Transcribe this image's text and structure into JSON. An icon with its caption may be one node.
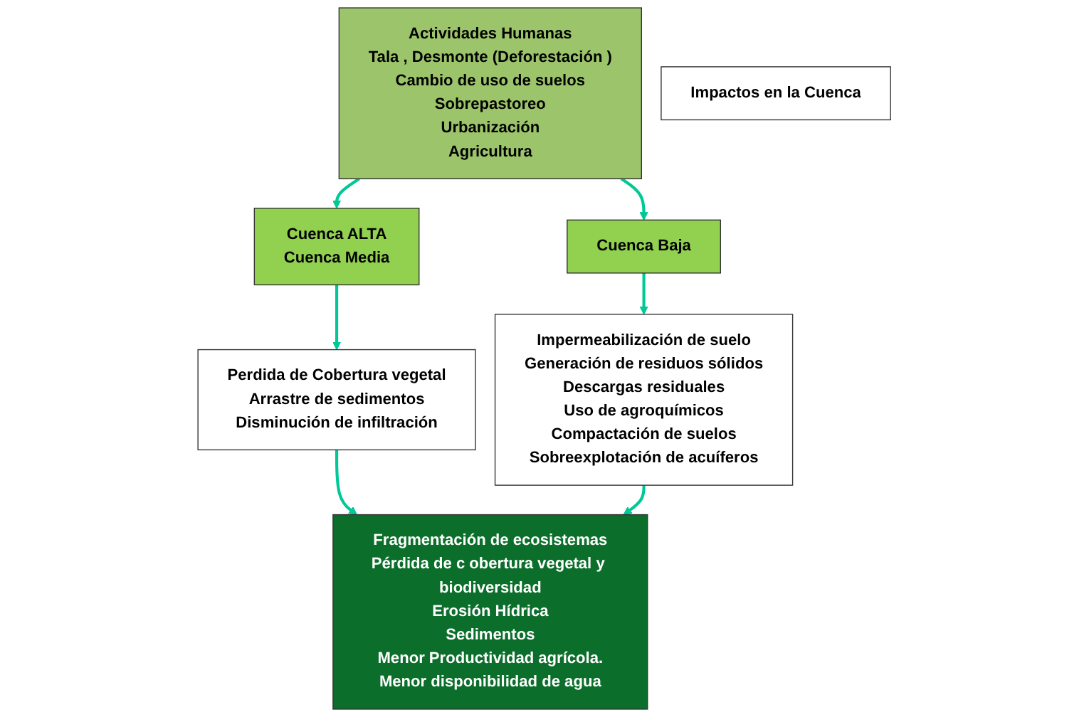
{
  "diagram": {
    "nodes": [
      {
        "text": [
          "Actividades Humanas",
          "Tala , Desmonte (Deforestación )",
          "Cambio de uso de suelos",
          "Sobrepastoreo",
          "Urbanización",
          "Agricultura"
        ]
      },
      {
        "text": [
          "Cuenca ALTA",
          "Cuenca Media"
        ]
      },
      {
        "text": [
          "Cuenca Baja"
        ]
      },
      {
        "text": [
          "Perdida de Cobertura vegetal",
          "Arrastre de sedimentos",
          "Disminución de infiltración"
        ]
      },
      {
        "text": [
          "Impermeabilización de suelo",
          "Generación de residuos sólidos",
          "Descargas residuales",
          "Uso de agroquímicos",
          "Compactación de suelos",
          "Sobreexplotación de acuíferos"
        ]
      },
      {
        "text": [
          "Impactos en la Cuenca"
        ]
      },
      {
        "text": [
          "Fragmentación de ecosistemas",
          "Pérdida de c obertura vegetal y biodiversidad",
          "Erosión Hídrica",
          "Sedimentos",
          "Menor Productividad agrícola.",
          "Menor disponibilidad de agua"
        ]
      }
    ],
    "edges": [
      {
        "from": 0,
        "to": 1,
        "arrow": "to"
      },
      {
        "from": 0,
        "to": 2,
        "arrow": "to"
      },
      {
        "from": 1,
        "to": 3,
        "arrow": "to"
      },
      {
        "from": 2,
        "to": 4,
        "arrow": "to"
      },
      {
        "from": 3,
        "to": 6,
        "arrow": "to"
      },
      {
        "from": 4,
        "to": 6,
        "arrow": "to"
      }
    ]
  }
}
